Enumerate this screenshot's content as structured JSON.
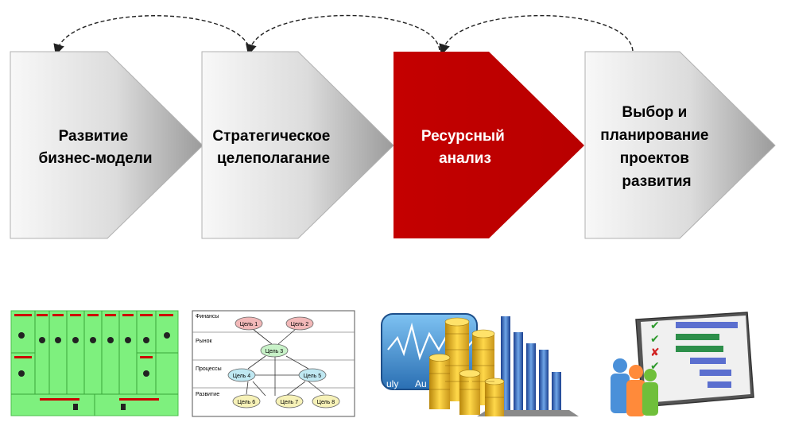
{
  "steps": [
    {
      "lines": [
        "Развитие",
        "бизнес-модели"
      ],
      "active": false
    },
    {
      "lines": [
        "Стратегическое",
        "целеполагание"
      ],
      "active": false
    },
    {
      "lines": [
        "Ресурсный",
        "анализ"
      ],
      "active": true
    },
    {
      "lines": [
        "Выбор и",
        "планирование",
        "проектов",
        "развития"
      ],
      "active": false
    }
  ],
  "colors": {
    "active_fill": "#c00000",
    "gray_light": "#f7f7f7",
    "gray_dark": "#9a9a9a",
    "arrow": "#222222"
  },
  "goal_map": {
    "rows": [
      "Финансы",
      "Рынок",
      "Процессы",
      "Развитие"
    ],
    "goals": [
      "Цель 1",
      "Цель 2",
      "Цель 3",
      "Цель 4",
      "Цель 5",
      "Цель 6",
      "Цель 7",
      "Цель 8"
    ]
  },
  "resource_chart": {
    "axis_text": [
      "uly",
      "Au"
    ]
  },
  "thumbnails": {
    "business_model_icon": "business-model-canvas-icon",
    "resource_icon": "coins-chart-icon",
    "planning_icon": "gantt-checklist-icon"
  }
}
